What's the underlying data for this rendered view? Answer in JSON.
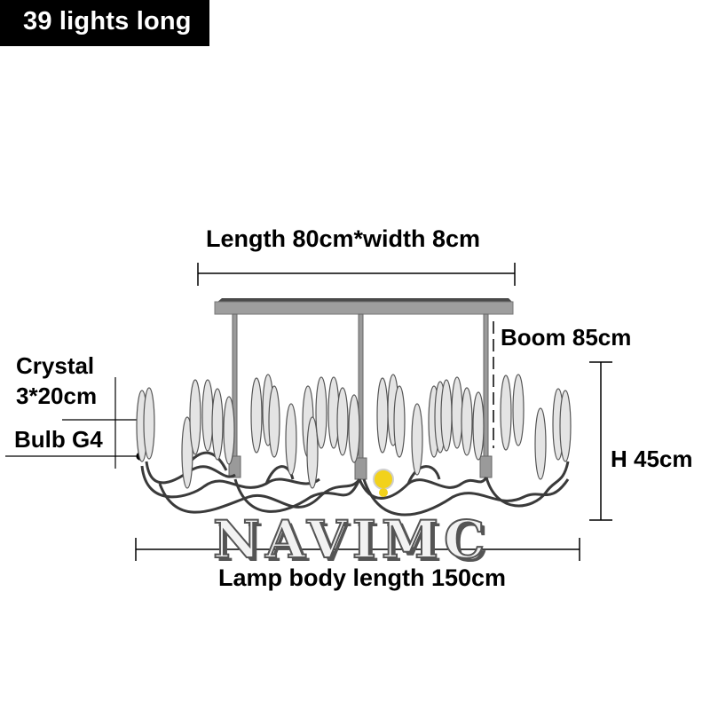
{
  "badge": {
    "text": "39 lights long",
    "bg": "#000000",
    "fg": "#ffffff"
  },
  "dimensions": {
    "canopy": "Length 80cm*width 8cm",
    "boom": "Boom 85cm",
    "crystal_line1": "Crystal",
    "crystal_line2": "3*20cm",
    "bulb": "Bulb G4",
    "height": "H 45cm",
    "body_length": "Lamp body length 150cm"
  },
  "watermark": {
    "text": "NAVIMC"
  },
  "product": {
    "light_count": 39,
    "rods": 3,
    "canopy_color": "#9a9a9a",
    "arm_color": "#3a3a3a",
    "crystal_fill": "#e4e4e4"
  }
}
